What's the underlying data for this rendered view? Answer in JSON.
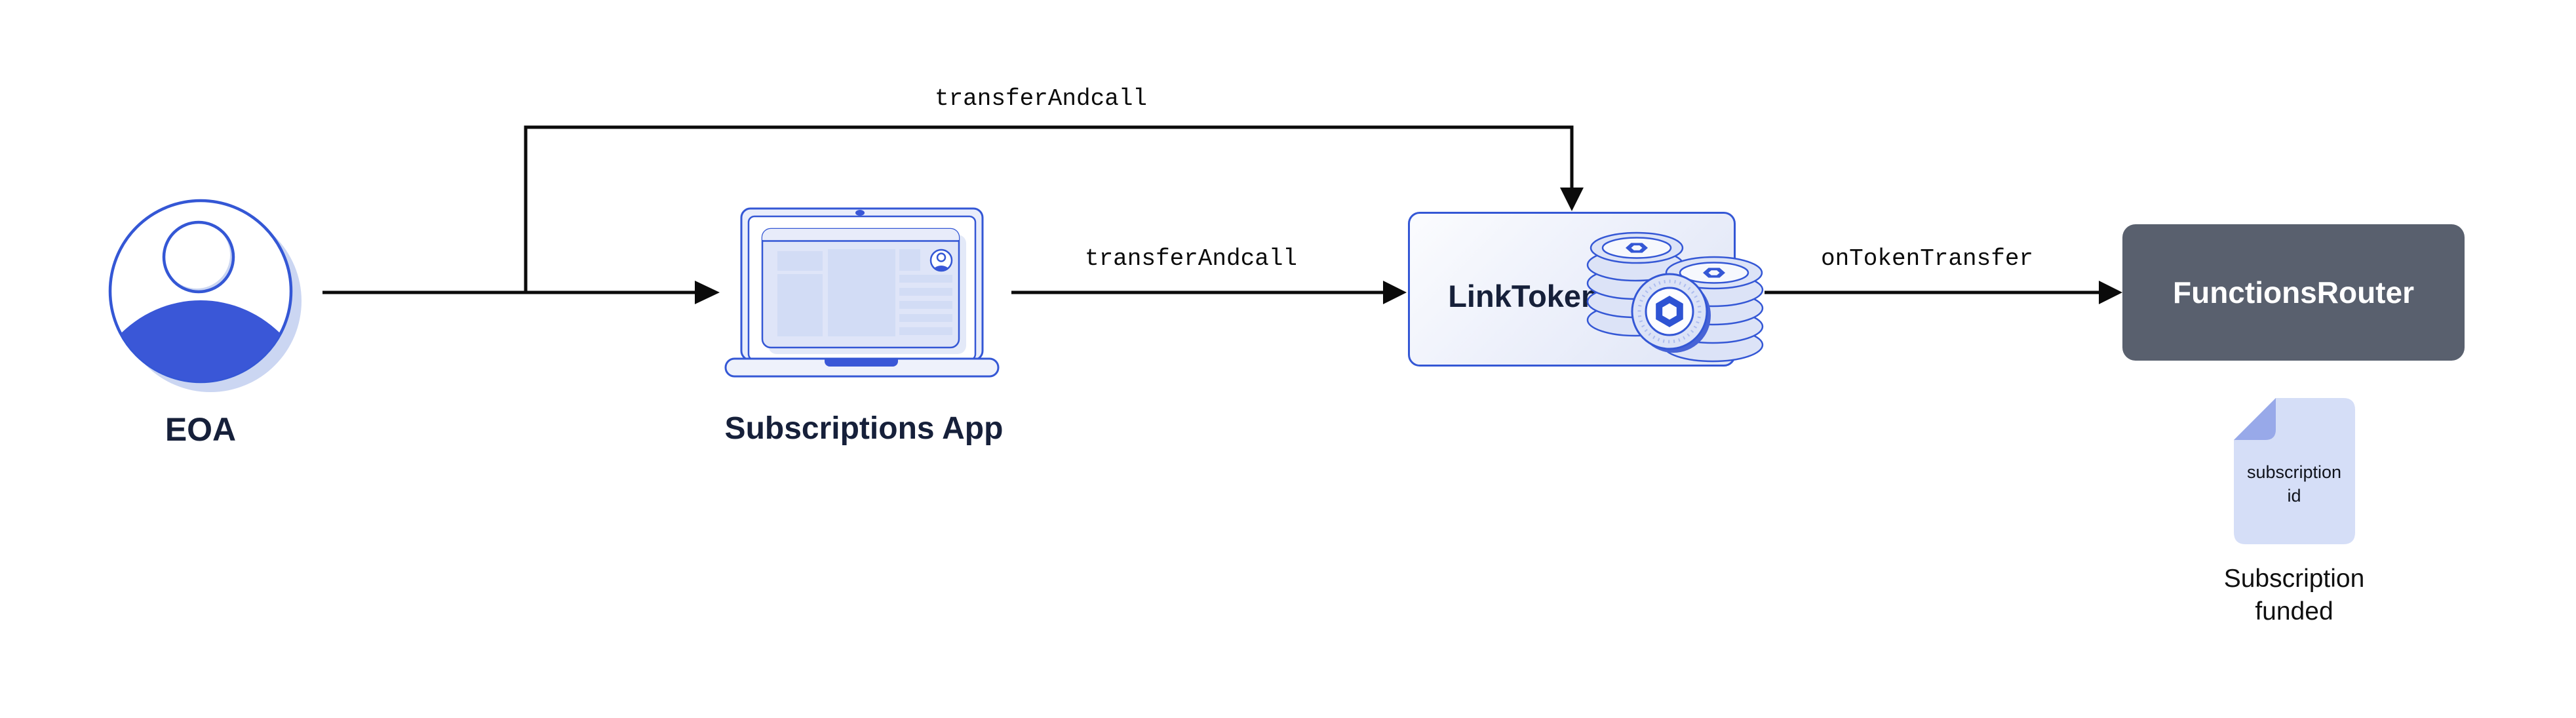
{
  "nodes": {
    "eoa": {
      "label": "EOA",
      "icon": "user-circle-icon"
    },
    "subscriptions_app": {
      "label": "Subscriptions App",
      "icon": "laptop-browser-icon"
    },
    "link_token": {
      "label": "LinkToken",
      "icon": "link-coin-stack-icon"
    },
    "functions_router": {
      "label": "FunctionsRouter"
    },
    "subscription_record": {
      "icon": "document-icon",
      "doc_line1": "subscription",
      "doc_line2": "id",
      "caption_line1": "Subscription",
      "caption_line2": "funded"
    }
  },
  "edges": {
    "eoa_to_linktoken": {
      "label": "transferAndcall"
    },
    "app_to_linktoken": {
      "label": "transferAndcall"
    },
    "linktoken_to_router": {
      "label": "onTokenTransfer"
    }
  },
  "colors": {
    "chainlink_blue": "#3457D5",
    "solid_blue": "#3A57D7",
    "navy_text": "#16203A",
    "slate_box": "#59606E",
    "lavender_fill": "#DCE3F7",
    "lavender_light": "#EDF1FB",
    "doc_fill": "#D5DEF7",
    "doc_fold": "#98A9E9",
    "shadow_lavender": "#CBD6F2",
    "arrow_black": "#0B0B0B"
  }
}
